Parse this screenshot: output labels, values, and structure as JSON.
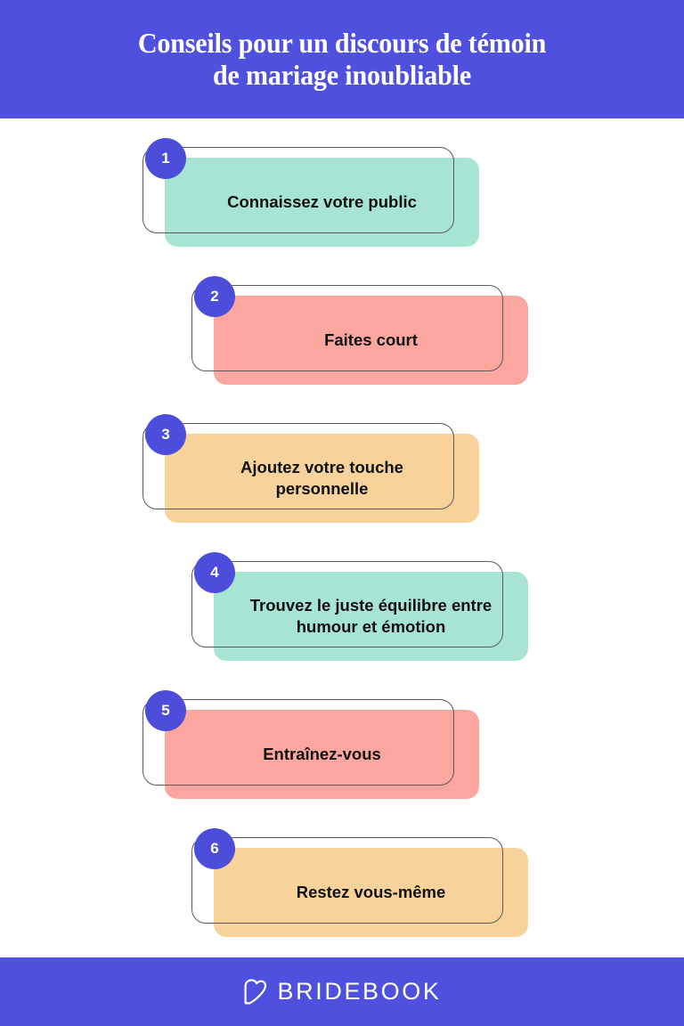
{
  "header": {
    "title": "Conseils pour un discours de témoin\nde mariage inoubliable",
    "background_color": "#4f50dd",
    "text_color": "#ffffff"
  },
  "steps": [
    {
      "number": "1",
      "label": "Connaissez votre public",
      "fill_color": "#a8e4d4",
      "align": "left"
    },
    {
      "number": "2",
      "label": "Faites court",
      "fill_color": "#fca6a0",
      "align": "right"
    },
    {
      "number": "3",
      "label": "Ajoutez votre touche\npersonnelle",
      "fill_color": "#f7d29b",
      "align": "left"
    },
    {
      "number": "4",
      "label": "Trouvez le juste équilibre entre\nhumour et émotion",
      "fill_color": "#a8e4d4",
      "align": "right"
    },
    {
      "number": "5",
      "label": "Entraînez-vous",
      "fill_color": "#fca6a0",
      "align": "left"
    },
    {
      "number": "6",
      "label": "Restez vous-même",
      "fill_color": "#f7d29b",
      "align": "right"
    }
  ],
  "footer": {
    "brand_name": "BRIDEBOOK",
    "logo_icon": "bridebook-heart-icon",
    "background_color": "#4f50dd",
    "text_color": "#ffffff"
  },
  "theme": {
    "page_background": "#ffffff",
    "accent_blue": "#4f50dd",
    "outline_color": "#5a5a5f",
    "body_text_color": "#111111"
  }
}
